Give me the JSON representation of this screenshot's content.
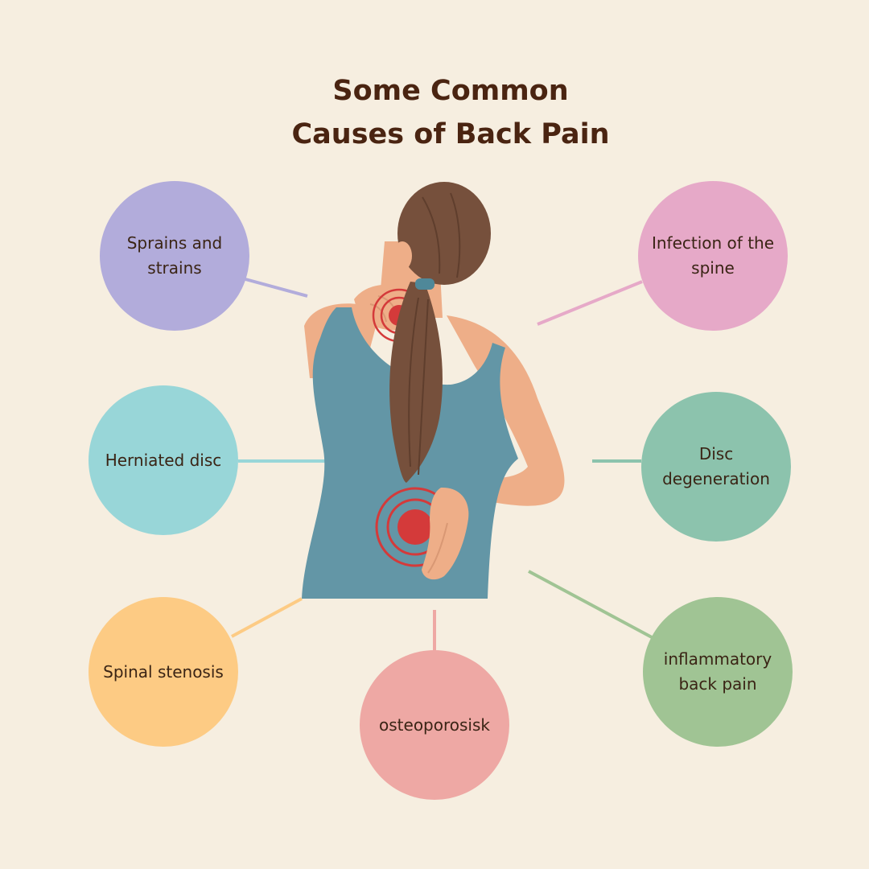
{
  "title": {
    "line1": "Some Common",
    "line2": "Causes of Back Pain"
  },
  "colors": {
    "background": "#f6eee0",
    "title": "#4a2411",
    "tank_top": "#6396a6",
    "skin": "#eeae88",
    "hair": "#76503c",
    "pain_marker": "#d43a3a"
  },
  "causes": [
    {
      "id": "sprains",
      "label": "Sprains and strains",
      "color": "#b2acdb"
    },
    {
      "id": "infection",
      "label": "Infection of the spine",
      "color": "#e6a9c8"
    },
    {
      "id": "herniated",
      "label": "Herniated disc",
      "color": "#98d6d8"
    },
    {
      "id": "degeneration",
      "label": "Disc degeneration",
      "color": "#8cc3ad"
    },
    {
      "id": "stenosis",
      "label": "Spinal stenosis",
      "color": "#fdcb84"
    },
    {
      "id": "osteoporosis",
      "label": "osteoporosisk",
      "color": "#eea8a4"
    },
    {
      "id": "inflammatory",
      "label": "inflammatory back pain",
      "color": "#a0c494"
    }
  ]
}
